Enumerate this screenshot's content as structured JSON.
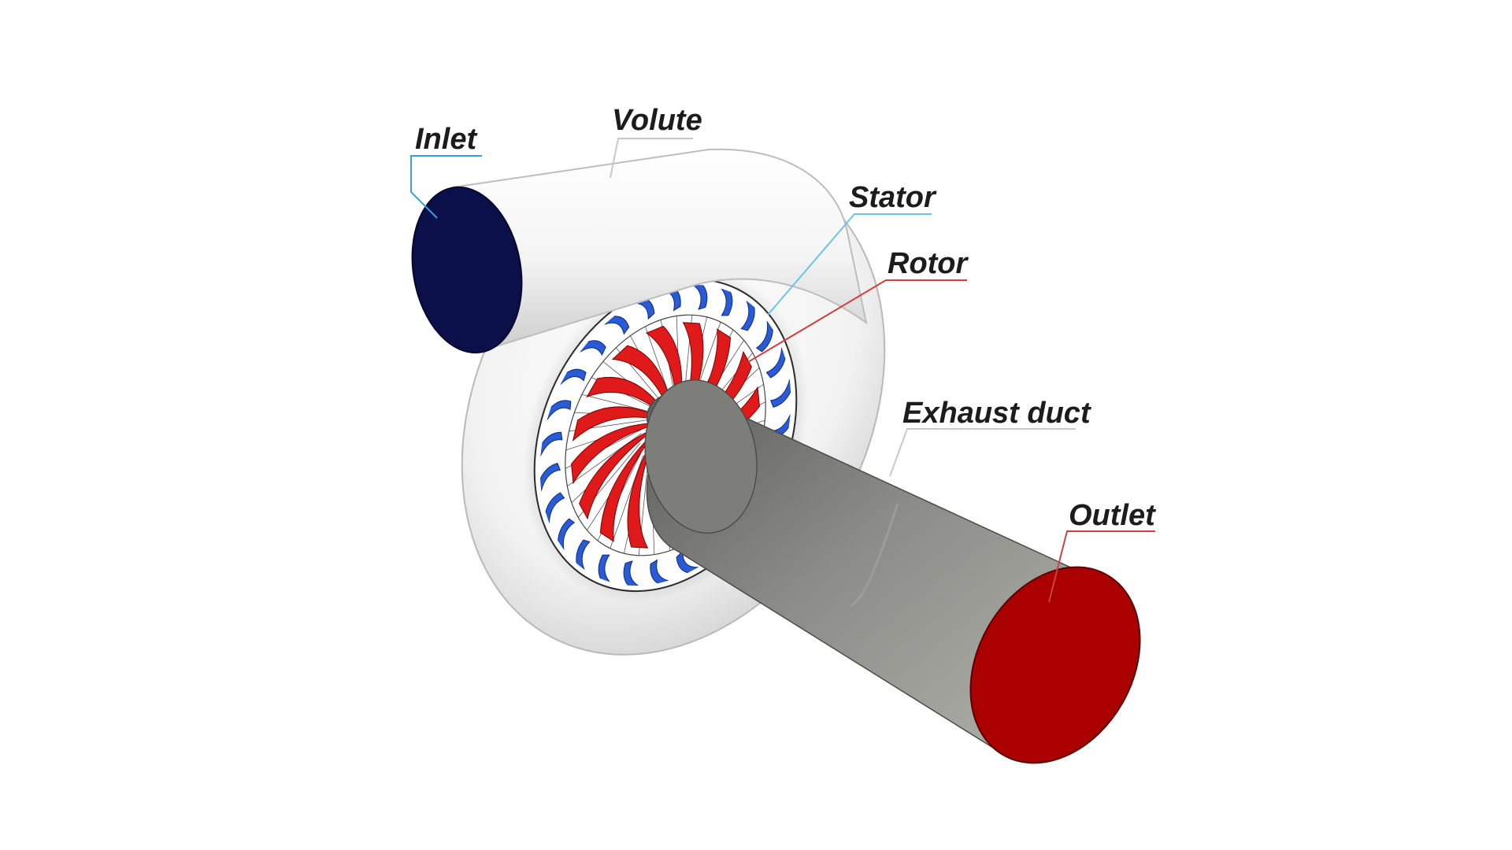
{
  "labels": {
    "inlet": "Inlet",
    "volute": "Volute",
    "stator": "Stator",
    "rotor": "Rotor",
    "exhaust_duct": "Exhaust duct",
    "outlet": "Outlet"
  },
  "colors": {
    "inlet_face": "#0b0f4a",
    "stator_blades": "#2a5bd7",
    "rotor_blades": "#e01a1a",
    "outlet_face": "#aa0000",
    "volute_body": "#f4f4f4",
    "exhaust_duct": "#8e8e8a",
    "leader_inlet": "#3aa0d8",
    "leader_stator": "#6ac4ea",
    "leader_rotor": "#d04040",
    "leader_outlet": "#d04040",
    "leader_neutral": "#c8c8c8"
  },
  "counts": {
    "stator_blades": 26,
    "rotor_blades": 16
  }
}
